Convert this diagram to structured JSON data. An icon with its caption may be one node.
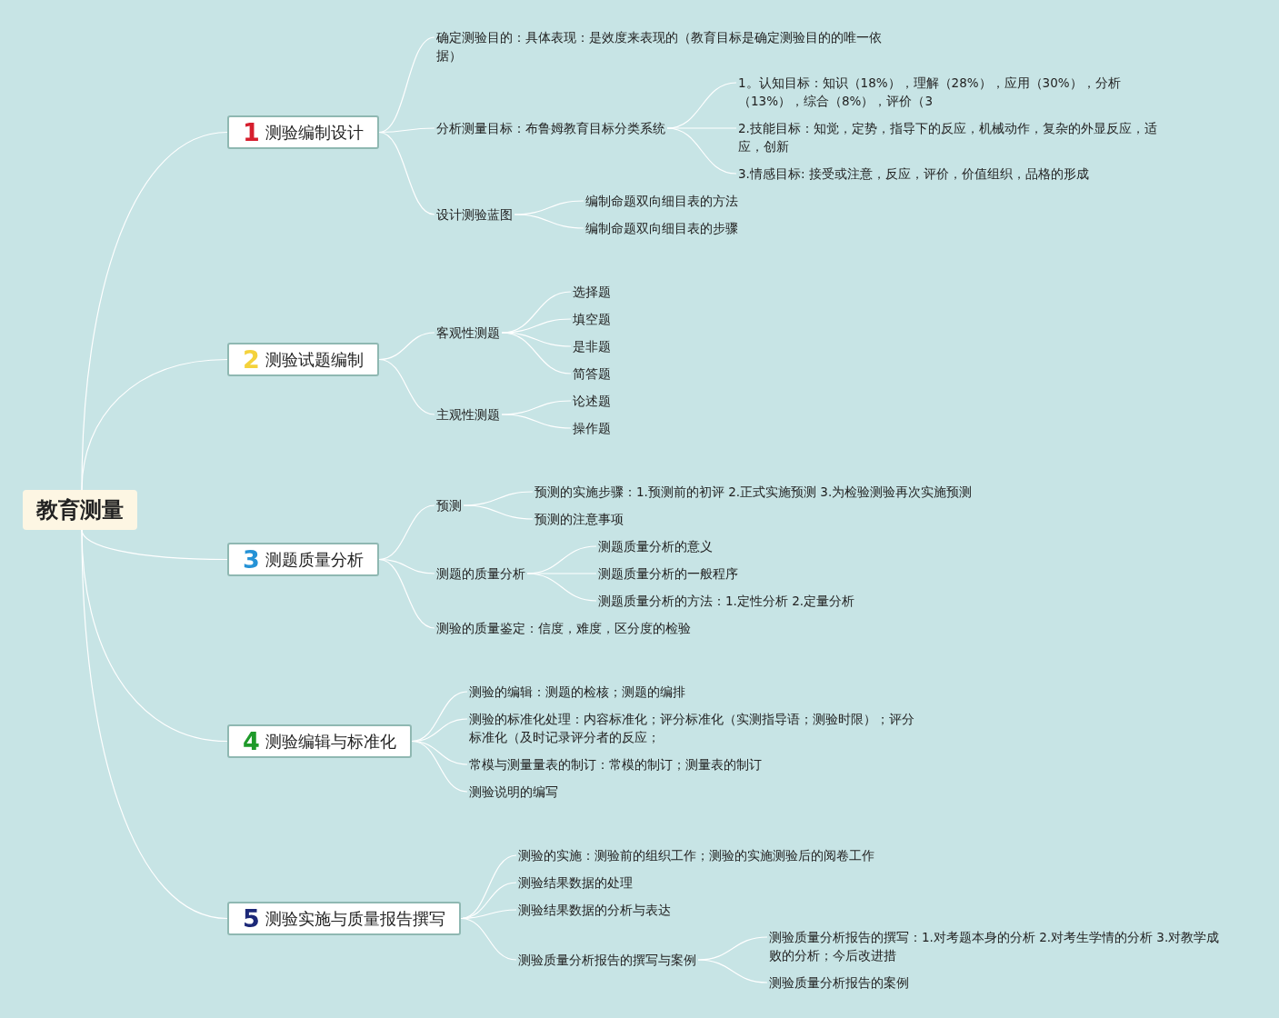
{
  "diagram": {
    "nodes": [
      {
        "text": [
          "教育测量"
        ]
      },
      {
        "text": [
          "1",
          "测验编制设计"
        ]
      },
      {
        "text": [
          "确定测验目的：具体表现：是效度来表现的（教育目标是确定测验目的的唯一依据）"
        ]
      },
      {
        "text": [
          "分析测量目标：布鲁姆教育目标分类系统"
        ]
      },
      {
        "text": [
          "1。认知目标：知识（18%），理解（28%），应用（30%），分析（13%），综合（8%），评价（3"
        ]
      },
      {
        "text": [
          "2.技能目标：知觉，定势，指导下的反应，机械动作，复杂的外显反应，适应，创新"
        ]
      },
      {
        "text": [
          "3.情感目标: 接受或注意，反应，评价，价值组织，品格的形成"
        ]
      },
      {
        "text": [
          "设计测验蓝图"
        ]
      },
      {
        "text": [
          "编制命题双向细目表的方法"
        ]
      },
      {
        "text": [
          "编制命题双向细目表的步骤"
        ]
      },
      {
        "text": [
          "2",
          "测验试题编制"
        ]
      },
      {
        "text": [
          "客观性测题"
        ]
      },
      {
        "text": [
          "选择题"
        ]
      },
      {
        "text": [
          "填空题"
        ]
      },
      {
        "text": [
          "是非题"
        ]
      },
      {
        "text": [
          "简答题"
        ]
      },
      {
        "text": [
          "主观性测题"
        ]
      },
      {
        "text": [
          "论述题"
        ]
      },
      {
        "text": [
          "操作题"
        ]
      },
      {
        "text": [
          "3",
          "测题质量分析"
        ]
      },
      {
        "text": [
          "预测"
        ]
      },
      {
        "text": [
          "预测的实施步骤：1.预测前的初评 2.正式实施预测 3.为检验测验再次实施预测"
        ]
      },
      {
        "text": [
          "预测的注意事项"
        ]
      },
      {
        "text": [
          "测题的质量分析"
        ]
      },
      {
        "text": [
          "测题质量分析的意义"
        ]
      },
      {
        "text": [
          "测题质量分析的一般程序"
        ]
      },
      {
        "text": [
          "测题质量分析的方法：1.定性分析 2.定量分析"
        ]
      },
      {
        "text": [
          "测验的质量鉴定：信度，难度，区分度的检验"
        ]
      },
      {
        "text": [
          "4",
          "测验编辑与标准化"
        ]
      },
      {
        "text": [
          "测验的编辑：测题的检核；测题的编排"
        ]
      },
      {
        "text": [
          "测验的标准化处理：内容标准化；评分标准化（实测指导语；测验时限）；评分标准化（及时记录评分者的反应；"
        ]
      },
      {
        "text": [
          "常模与测量量表的制订：常模的制订；测量表的制订"
        ]
      },
      {
        "text": [
          "测验说明的编写"
        ]
      },
      {
        "text": [
          "5",
          "测验实施与质量报告撰写"
        ]
      },
      {
        "text": [
          "测验的实施：测验前的组织工作；测验的实施测验后的阅卷工作"
        ]
      },
      {
        "text": [
          "测验结果数据的处理"
        ]
      },
      {
        "text": [
          "测验结果数据的分析与表达"
        ]
      },
      {
        "text": [
          "测验质量分析报告的撰写与案例"
        ]
      },
      {
        "text": [
          "测验质量分析报告的撰写：1.对考题本身的分析 2.对考生学情的分析 3.对教学成败的分析；今后改进措"
        ]
      },
      {
        "text": [
          "测验质量分析报告的案例"
        ]
      }
    ],
    "edges": [
      {
        "from": 0,
        "to": 1,
        "arrow": "none"
      },
      {
        "from": 1,
        "to": 2,
        "arrow": "none"
      },
      {
        "from": 1,
        "to": 3,
        "arrow": "none"
      },
      {
        "from": 3,
        "to": 4,
        "arrow": "none"
      },
      {
        "from": 3,
        "to": 5,
        "arrow": "none"
      },
      {
        "from": 3,
        "to": 6,
        "arrow": "none"
      },
      {
        "from": 1,
        "to": 7,
        "arrow": "none"
      },
      {
        "from": 7,
        "to": 8,
        "arrow": "none"
      },
      {
        "from": 7,
        "to": 9,
        "arrow": "none"
      },
      {
        "from": 0,
        "to": 10,
        "arrow": "none"
      },
      {
        "from": 10,
        "to": 11,
        "arrow": "none"
      },
      {
        "from": 11,
        "to": 12,
        "arrow": "none"
      },
      {
        "from": 11,
        "to": 13,
        "arrow": "none"
      },
      {
        "from": 11,
        "to": 14,
        "arrow": "none"
      },
      {
        "from": 11,
        "to": 15,
        "arrow": "none"
      },
      {
        "from": 10,
        "to": 16,
        "arrow": "none"
      },
      {
        "from": 16,
        "to": 17,
        "arrow": "none"
      },
      {
        "from": 16,
        "to": 18,
        "arrow": "none"
      },
      {
        "from": 0,
        "to": 19,
        "arrow": "none"
      },
      {
        "from": 19,
        "to": 20,
        "arrow": "none"
      },
      {
        "from": 20,
        "to": 21,
        "arrow": "none"
      },
      {
        "from": 20,
        "to": 22,
        "arrow": "none"
      },
      {
        "from": 19,
        "to": 23,
        "arrow": "none"
      },
      {
        "from": 23,
        "to": 24,
        "arrow": "none"
      },
      {
        "from": 23,
        "to": 25,
        "arrow": "none"
      },
      {
        "from": 23,
        "to": 26,
        "arrow": "none"
      },
      {
        "from": 19,
        "to": 27,
        "arrow": "none"
      },
      {
        "from": 0,
        "to": 28,
        "arrow": "none"
      },
      {
        "from": 28,
        "to": 29,
        "arrow": "none"
      },
      {
        "from": 28,
        "to": 30,
        "arrow": "none"
      },
      {
        "from": 28,
        "to": 31,
        "arrow": "none"
      },
      {
        "from": 28,
        "to": 32,
        "arrow": "none"
      },
      {
        "from": 0,
        "to": 33,
        "arrow": "none"
      },
      {
        "from": 33,
        "to": 34,
        "arrow": "none"
      },
      {
        "from": 33,
        "to": 35,
        "arrow": "none"
      },
      {
        "from": 33,
        "to": 36,
        "arrow": "none"
      },
      {
        "from": 33,
        "to": 37,
        "arrow": "none"
      },
      {
        "from": 37,
        "to": 38,
        "arrow": "none"
      },
      {
        "from": 37,
        "to": 39,
        "arrow": "none"
      }
    ]
  }
}
